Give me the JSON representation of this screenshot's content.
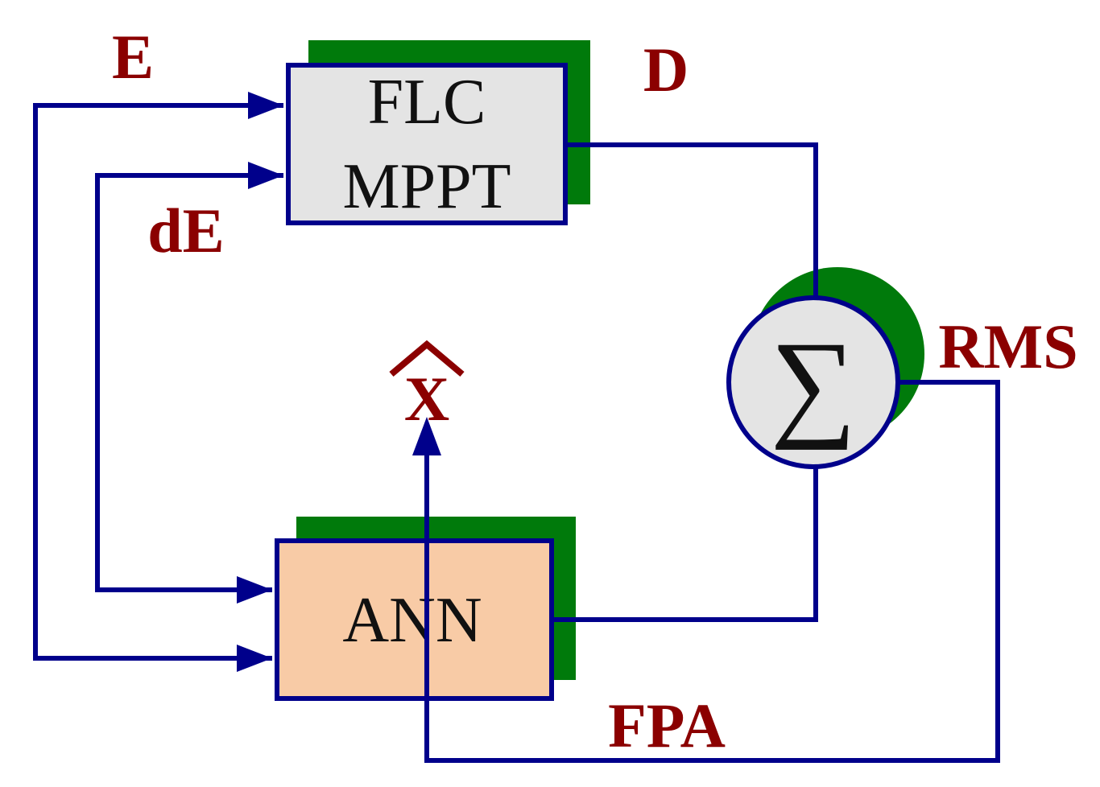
{
  "blocks": {
    "flc": {
      "line1": "FLC",
      "line2": "MPPT",
      "fill": "#e4e4e4"
    },
    "ann": {
      "label": "ANN",
      "fill": "#f8cba6"
    },
    "sum": {
      "symbol": "∑",
      "fill": "#e4e4e4"
    }
  },
  "labels": {
    "E": "E",
    "dE": "dE",
    "D": "D",
    "RMS": "RMS",
    "FPA": "FPA",
    "X_hat": "X"
  },
  "colors": {
    "wire": "#00008b",
    "label": "#8b0000",
    "shadow": "#007a0b"
  }
}
